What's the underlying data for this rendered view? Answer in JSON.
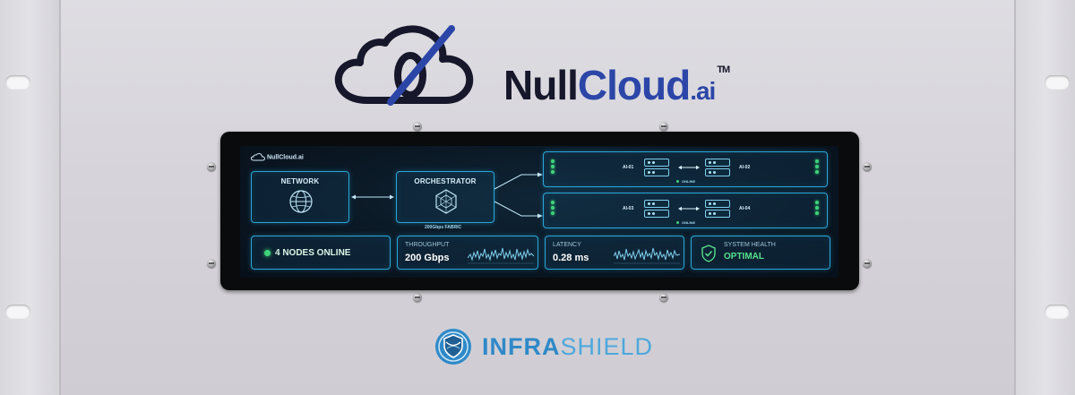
{
  "brand": {
    "name_dark": "Null",
    "name_blue": "Cloud",
    "suffix": ".ai",
    "trademark": "TM"
  },
  "screen": {
    "mini_logo": "NullCloud.ai",
    "network": {
      "title": "NETWORK"
    },
    "orchestrator": {
      "title": "ORCHESTRATOR",
      "fabric_label": "200Gbps FABRIC"
    },
    "racks": [
      {
        "left_node": "AI-01",
        "right_node": "AI-02",
        "status": "ONLINE"
      },
      {
        "left_node": "AI-03",
        "right_node": "AI-04",
        "status": "ONLINE"
      }
    ],
    "metrics": {
      "nodes": {
        "label": "4 NODES ONLINE"
      },
      "throughput": {
        "title": "THROUGHPUT",
        "value": "200 Gbps"
      },
      "latency": {
        "title": "LATENCY",
        "value": "0.28 ms"
      },
      "health": {
        "title": "SYSTEM HEALTH",
        "value": "OPTIMAL"
      }
    }
  },
  "footer_brand": {
    "part1": "INFRA",
    "part2": "SHIELD"
  },
  "colors": {
    "accent": "#2aa6d8",
    "status_ok": "#3fd47a",
    "brand_dark": "#16172a",
    "brand_blue": "#2c46a8",
    "infra_blue": "#2f89c8"
  },
  "icons": {
    "network": "globe-icon",
    "orchestrator": "hexagon-network-icon",
    "health": "shield-check-icon",
    "server": "server-icon"
  }
}
